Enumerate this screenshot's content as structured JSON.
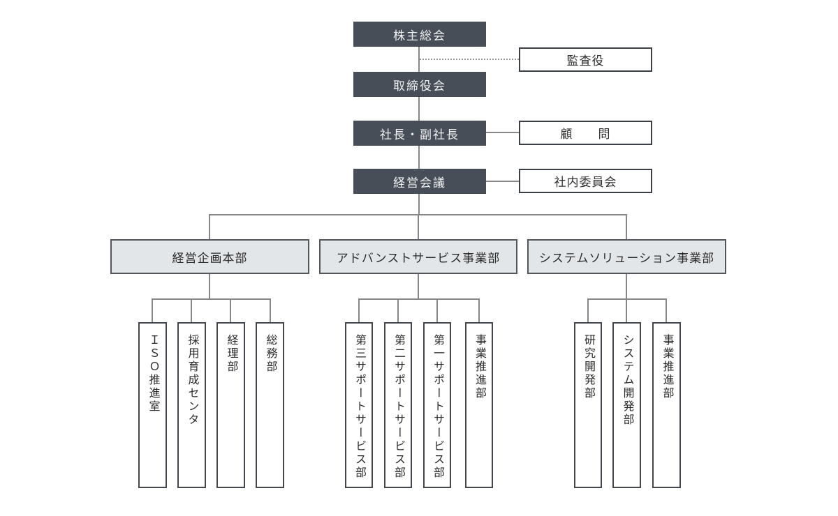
{
  "diagram": {
    "type": "org-chart",
    "governance": [
      {
        "label": "株主総会"
      },
      {
        "label": "取締役会"
      },
      {
        "label": "社長・副社長"
      },
      {
        "label": "経営会議"
      }
    ],
    "advisory": [
      {
        "label": "監査役",
        "linked_to": "株主総会",
        "line_style": "dotted"
      },
      {
        "label": "顧　　問",
        "linked_to": "社長・副社長",
        "line_style": "solid"
      },
      {
        "label": "社内委員会",
        "linked_to": "経営会議",
        "line_style": "solid"
      }
    ],
    "divisions": [
      {
        "label": "経営企画本部",
        "departments": [
          "ＩＳＯ推進室",
          "採用育成センタ",
          "経理部",
          "総務部"
        ]
      },
      {
        "label": "アドバンストサービス事業部",
        "departments": [
          "第三サポートサービス部",
          "第二サポートサービス部",
          "第一サポートサービス部",
          "事業推進部"
        ]
      },
      {
        "label": "システムソリューション事業部",
        "departments": [
          "研究開発部",
          "システム開発部",
          "事業推進部"
        ]
      }
    ],
    "colors": {
      "dark_box_bg": "#474E57",
      "dark_box_text": "#F1F2F3",
      "division_box_bg": "#E3E6E8",
      "box_border": "#3A3F45",
      "connector": "#878787",
      "text": "#2B2B2B",
      "background": "#FFFFFF"
    }
  }
}
